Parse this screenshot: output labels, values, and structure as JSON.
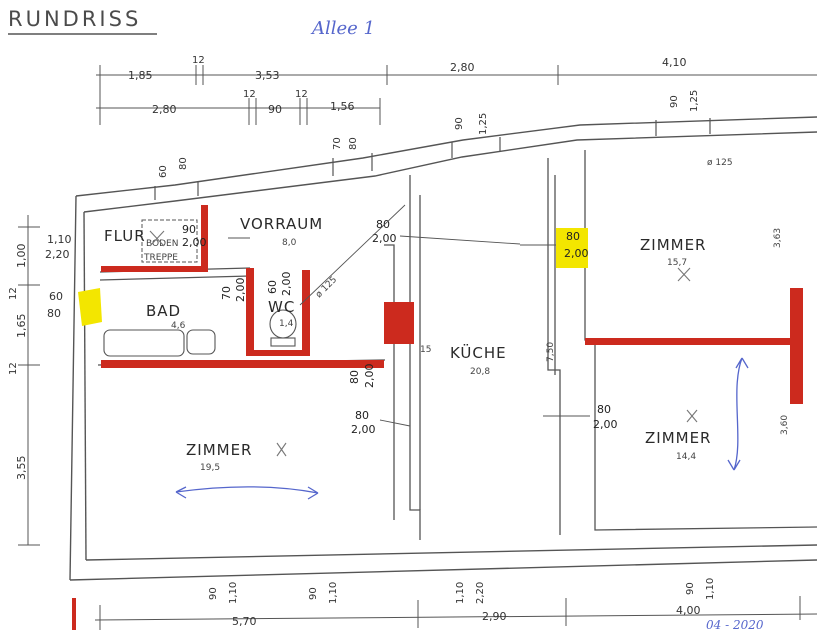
{
  "title": "RUNDRISS",
  "annotation_top": "Allee 1",
  "annotation_bottom": "04 - 2020",
  "top_dims_row1": [
    "1,85",
    "12",
    "3,53",
    "2,80",
    "4,10"
  ],
  "top_dims_row2": [
    "2,80",
    "12",
    "90",
    "12",
    "1,56"
  ],
  "window_dims_top": [
    {
      "a": "60",
      "b": "80"
    },
    {
      "a": "70",
      "b": "80"
    },
    {
      "a": "90",
      "b": "1,25"
    },
    {
      "a": "90",
      "b": "1,25"
    }
  ],
  "bottom_window_dims": [
    {
      "a": "90",
      "b": "1,10"
    },
    {
      "a": "90",
      "b": "1,10"
    },
    {
      "a": "1,10",
      "b": "2,20"
    },
    {
      "a": "90",
      "b": "1,10"
    }
  ],
  "bottom_dims": [
    "5,70",
    "2,90",
    "4,00"
  ],
  "left_dims": [
    "1,00",
    "1,65",
    "3,55",
    "12",
    "12"
  ],
  "left_openings": [
    {
      "a": "1,10",
      "b": "2,20"
    },
    {
      "a": "60",
      "b": "80"
    }
  ],
  "rooms": [
    {
      "name": "FLUR",
      "area": ""
    },
    {
      "name": "VORRAUM",
      "area": "8,0"
    },
    {
      "name": "BAD",
      "area": "4,6"
    },
    {
      "name": "WC",
      "area": "1,4"
    },
    {
      "name": "ZIMMER",
      "area": "19,5"
    },
    {
      "name": "KÜCHE",
      "area": "20,8"
    },
    {
      "name": "ZIMMER",
      "area": "15,7"
    },
    {
      "name": "ZIMMER",
      "area": "14,4"
    }
  ],
  "stair_label": [
    "BODEN",
    "TREPPE"
  ],
  "doors": [
    {
      "a": "90",
      "b": "2,00"
    },
    {
      "a": "80",
      "b": "2,00"
    },
    {
      "a": "70",
      "b": "2,00"
    },
    {
      "a": "60",
      "b": "2,00"
    },
    {
      "a": "80",
      "b": "2,00"
    },
    {
      "a": "80",
      "b": "2,00"
    },
    {
      "a": "80",
      "b": "2,00"
    },
    {
      "a": "80",
      "b": "2,00"
    }
  ],
  "misc_labels": [
    "ø 125",
    "ø 125",
    "15",
    "7,50",
    "3,63",
    "3,60"
  ],
  "colors": {
    "wall_red": "#cc2a1e",
    "highlight_yellow": "#f3e600",
    "ink": "#555555",
    "blue_ink": "#5566cc"
  }
}
